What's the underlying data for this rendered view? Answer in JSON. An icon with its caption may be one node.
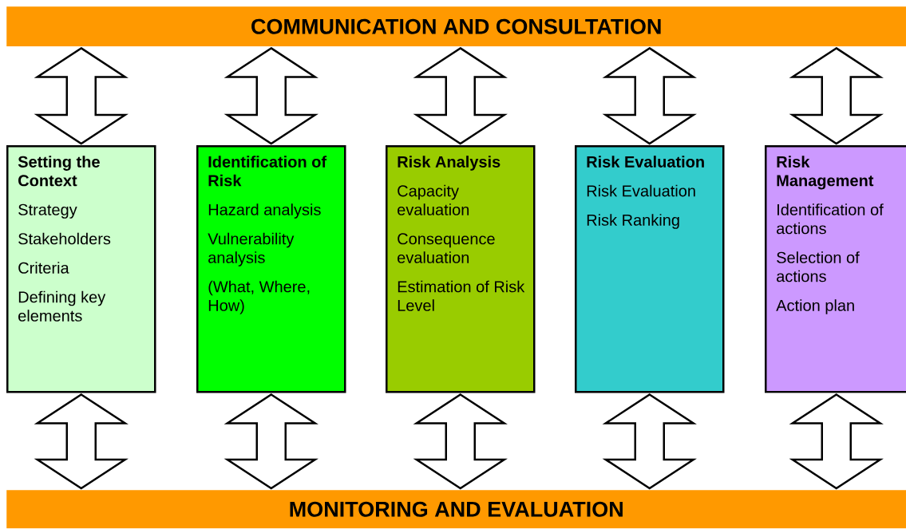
{
  "diagram": {
    "nodes": [
      {
        "text": [
          "COMMUNICATION AND CONSULTATION"
        ]
      },
      {
        "text": [
          "Setting the Context",
          "Strategy",
          "Stakeholders",
          "Criteria",
          "Defining key elements"
        ]
      },
      {
        "text": [
          "Identification of Risk",
          "Hazard analysis",
          "Vulnerability analysis",
          "(What, Where, How)"
        ]
      },
      {
        "text": [
          "Risk Analysis",
          "Capacity evaluation",
          "Consequence evaluation",
          "Estimation of Risk Level"
        ]
      },
      {
        "text": [
          "Risk Evaluation",
          "Risk Evaluation",
          "Risk Ranking"
        ]
      },
      {
        "text": [
          "Risk Management",
          "Identification of actions",
          "Selection of actions",
          "Action plan"
        ]
      },
      {
        "text": [
          "MONITORING AND EVALUATION"
        ]
      }
    ],
    "edges": [
      {
        "from": 0,
        "to": 1,
        "arrow": "both"
      },
      {
        "from": 0,
        "to": 2,
        "arrow": "both"
      },
      {
        "from": 0,
        "to": 3,
        "arrow": "both"
      },
      {
        "from": 0,
        "to": 4,
        "arrow": "both"
      },
      {
        "from": 0,
        "to": 5,
        "arrow": "both"
      },
      {
        "from": 1,
        "to": 6,
        "arrow": "both"
      },
      {
        "from": 2,
        "to": 6,
        "arrow": "both"
      },
      {
        "from": 3,
        "to": 6,
        "arrow": "both"
      },
      {
        "from": 4,
        "to": 6,
        "arrow": "both"
      },
      {
        "from": 5,
        "to": 6,
        "arrow": "both"
      }
    ]
  }
}
